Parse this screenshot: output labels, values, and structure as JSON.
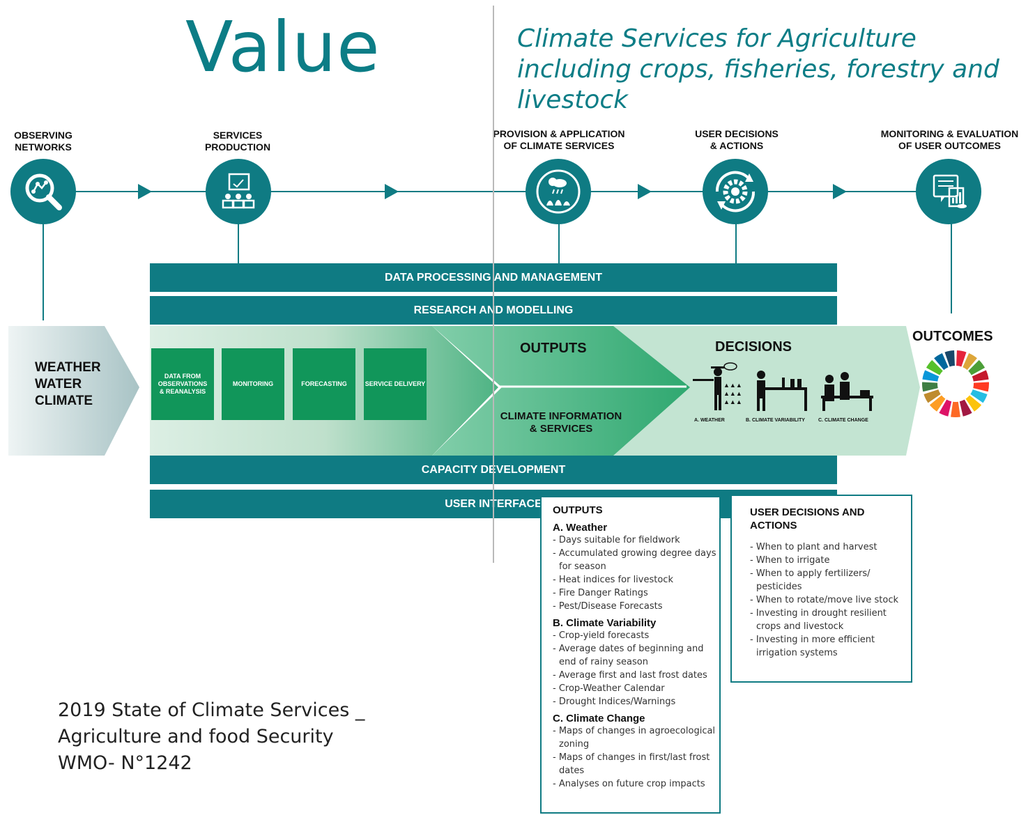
{
  "title": "Value",
  "subtitle": "Climate Services for Agriculture including crops, fisheries, forestry and livestock",
  "stages": [
    {
      "label_l1": "OBSERVING",
      "label_l2": "NETWORKS"
    },
    {
      "label_l1": "SERVICES",
      "label_l2": "PRODUCTION"
    },
    {
      "label_l1": "PROVISION & APPLICATION",
      "label_l2": "OF CLIMATE SERVICES"
    },
    {
      "label_l1": "USER DECISIONS",
      "label_l2": "& ACTIONS"
    },
    {
      "label_l1": "MONITORING & EVALUATION",
      "label_l2": "OF USER OUTCOMES"
    }
  ],
  "bands": {
    "data_processing": "DATA PROCESSING AND MANAGEMENT",
    "research": "RESEARCH AND MODELLING",
    "capacity": "CAPACITY DEVELOPMENT",
    "user_interface": "USER INTERFACE"
  },
  "inputs": {
    "l1": "WEATHER",
    "l2": "WATER",
    "l3": "CLIMATE"
  },
  "process_boxes": [
    {
      "l1": "DATA FROM",
      "l2": "OBSERVATIONS",
      "l3": "& REANALYSIS"
    },
    {
      "l1": "MONITORING"
    },
    {
      "l1": "FORECASTING"
    },
    {
      "l1": "SERVICE DELIVERY"
    }
  ],
  "outputs_label": "OUTPUTS",
  "climate_info": {
    "l1": "CLIMATE INFORMATION",
    "l2": "& SERVICES"
  },
  "decisions_label": "DECISIONS",
  "decision_captions": [
    "A. WEATHER",
    "B. CLIMATE VARIABILITY",
    "C. CLIMATE CHANGE"
  ],
  "outcomes_label": "OUTCOMES",
  "outputs_panel": {
    "heading": "OUTPUTS",
    "sections": [
      {
        "title": "A. Weather",
        "items": [
          "- Days suitable for fieldwork",
          "- Accumulated growing degree days for season",
          "- Heat indices for livestock",
          "- Fire Danger Ratings",
          "- Pest/Disease Forecasts"
        ]
      },
      {
        "title": "B. Climate Variability",
        "items": [
          "- Crop-yield forecasts",
          "- Average dates of beginning and end of rainy season",
          "- Average first and last frost dates",
          "- Crop-Weather Calendar",
          "- Drought Indices/Warnings"
        ]
      },
      {
        "title": "C. Climate Change",
        "items": [
          "- Maps of changes in agroecological zoning",
          "- Maps of changes in first/last frost dates",
          "- Analyses on future crop impacts"
        ]
      }
    ]
  },
  "decisions_panel": {
    "heading_l1": "USER DECISIONS AND",
    "heading_l2": "ACTIONS",
    "items": [
      "- When to plant and harvest",
      "- When to irrigate",
      "- When to apply fertilizers/ pesticides",
      "- When to rotate/move live stock",
      "- Investing in drought resilient crops and livestock",
      "- Investing in more efficient irrigation systems"
    ]
  },
  "source": {
    "l1": "2019 State of Climate Services _",
    "l2": "Agriculture and food Security",
    "l3": "WMO- N°1242"
  },
  "colors": {
    "teal": "#0f7b83",
    "green": "#11965a",
    "title_teal": "#0c7d86"
  },
  "sdg_colors": [
    "#e5243b",
    "#dda63a",
    "#4c9f38",
    "#c5192d",
    "#ff3a21",
    "#26bde2",
    "#fcc30b",
    "#a21942",
    "#fd6925",
    "#dd1367",
    "#fd9d24",
    "#bf8b2e",
    "#3f7e44",
    "#0a97d9",
    "#56c02b",
    "#00689d",
    "#19486a"
  ]
}
